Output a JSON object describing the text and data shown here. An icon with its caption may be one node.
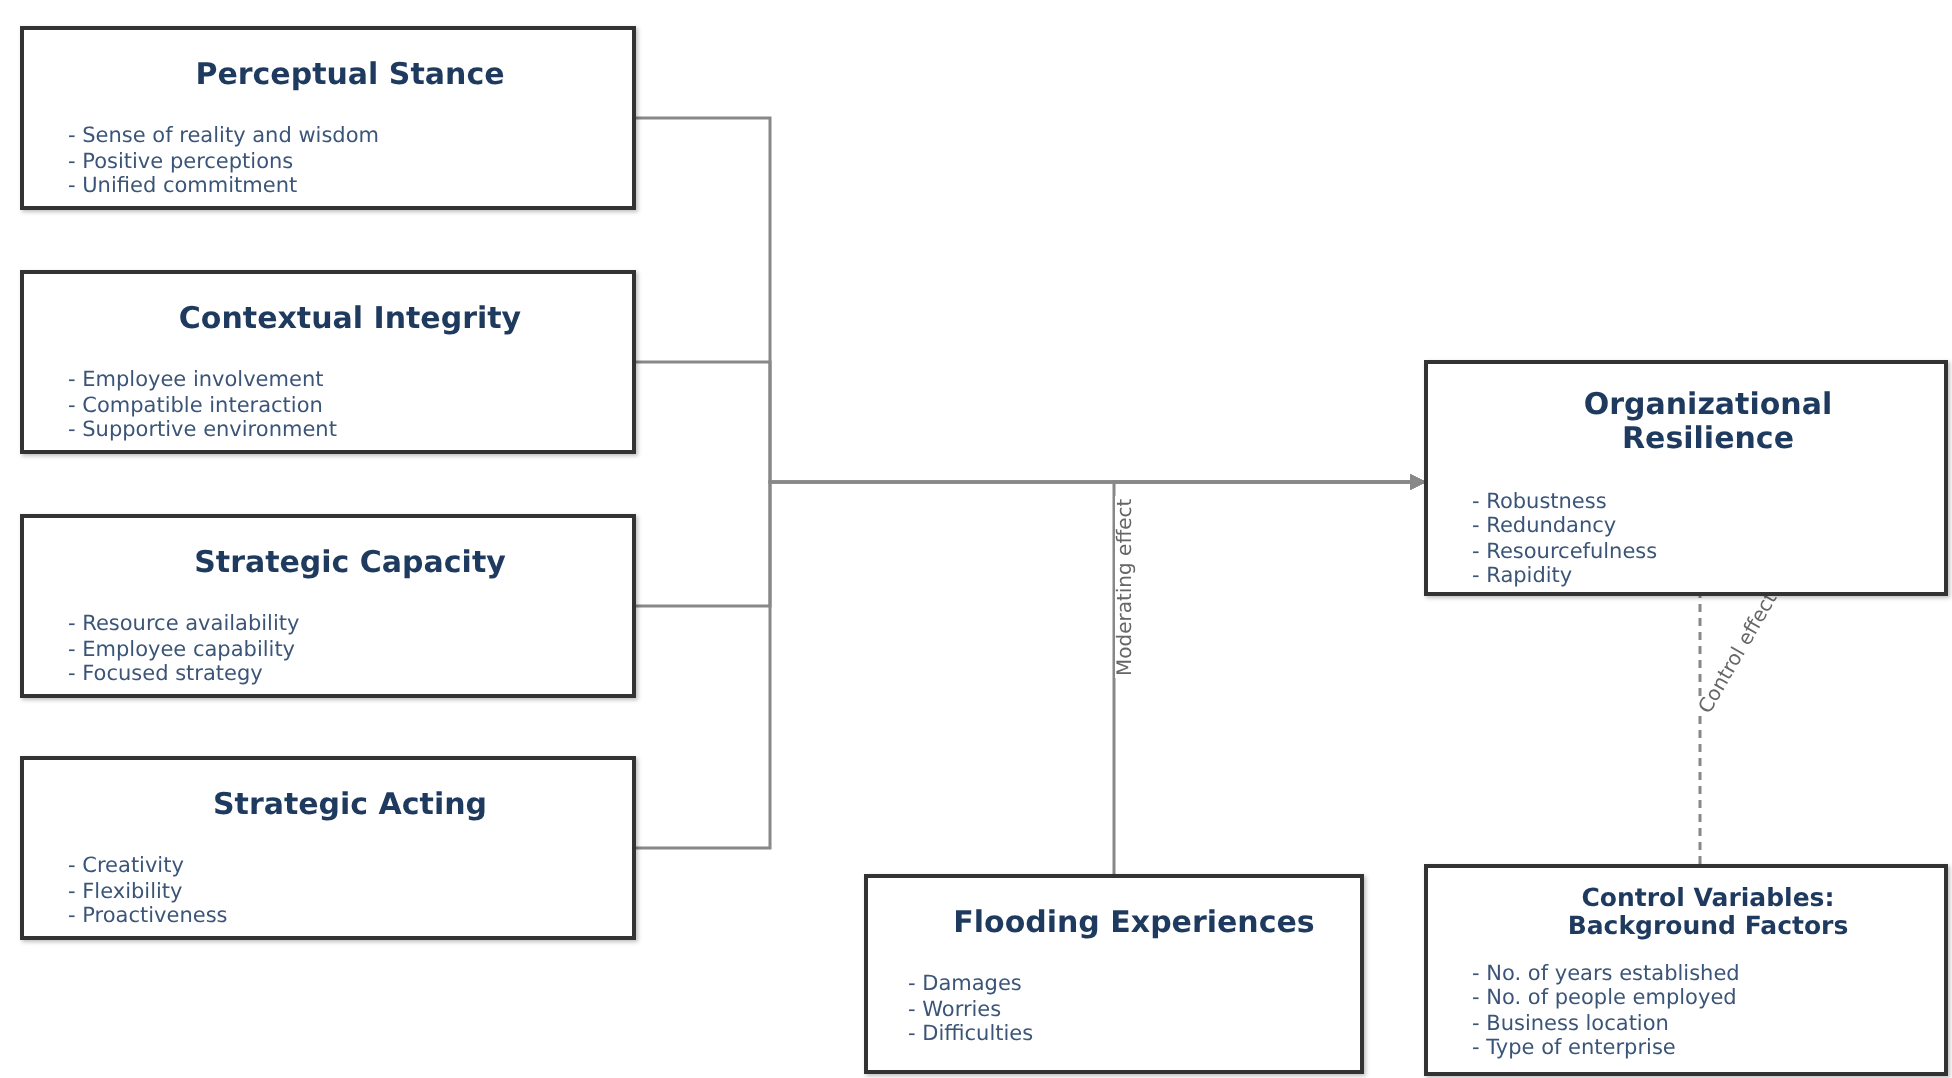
{
  "diagram": {
    "nodes": [
      {
        "text": [
          "Perceptual Stance",
          "- Sense of reality and wisdom",
          "- Positive perceptions",
          "- Unified commitment"
        ]
      },
      {
        "text": [
          "Contextual Integrity",
          "- Employee involvement",
          "- Compatible interaction",
          "- Supportive environment"
        ]
      },
      {
        "text": [
          "Strategic Capacity",
          "- Resource availability",
          "- Employee capability",
          "- Focused strategy"
        ]
      },
      {
        "text": [
          "Strategic Acting",
          "- Creativity",
          "- Flexibility",
          "- Proactiveness"
        ]
      },
      {
        "text": [
          "Organizational Resilience",
          "- Robustness",
          "- Redundancy",
          "- Resourcefulness",
          "- Rapidity"
        ]
      },
      {
        "text": [
          "Flooding Experiences",
          "- Damages",
          "- Worries",
          "- Difficulties"
        ]
      },
      {
        "text": [
          "Control Variables: Background Factors",
          "- No. of years established",
          "- No. of people employed",
          "- Business location",
          "- Type of enterprise"
        ]
      }
    ],
    "edges": [
      {
        "from": 0,
        "to": 4,
        "arrow": "to"
      },
      {
        "from": 1,
        "to": 4,
        "arrow": "to"
      },
      {
        "from": 2,
        "to": 4,
        "arrow": "to"
      },
      {
        "from": 3,
        "to": 4,
        "arrow": "to"
      },
      {
        "from": 5,
        "to": 4,
        "arrow": "to",
        "label": "Moderating effect"
      },
      {
        "from": 6,
        "to": 4,
        "arrow": "none",
        "style": "dashed",
        "label": "Control effect"
      }
    ]
  }
}
